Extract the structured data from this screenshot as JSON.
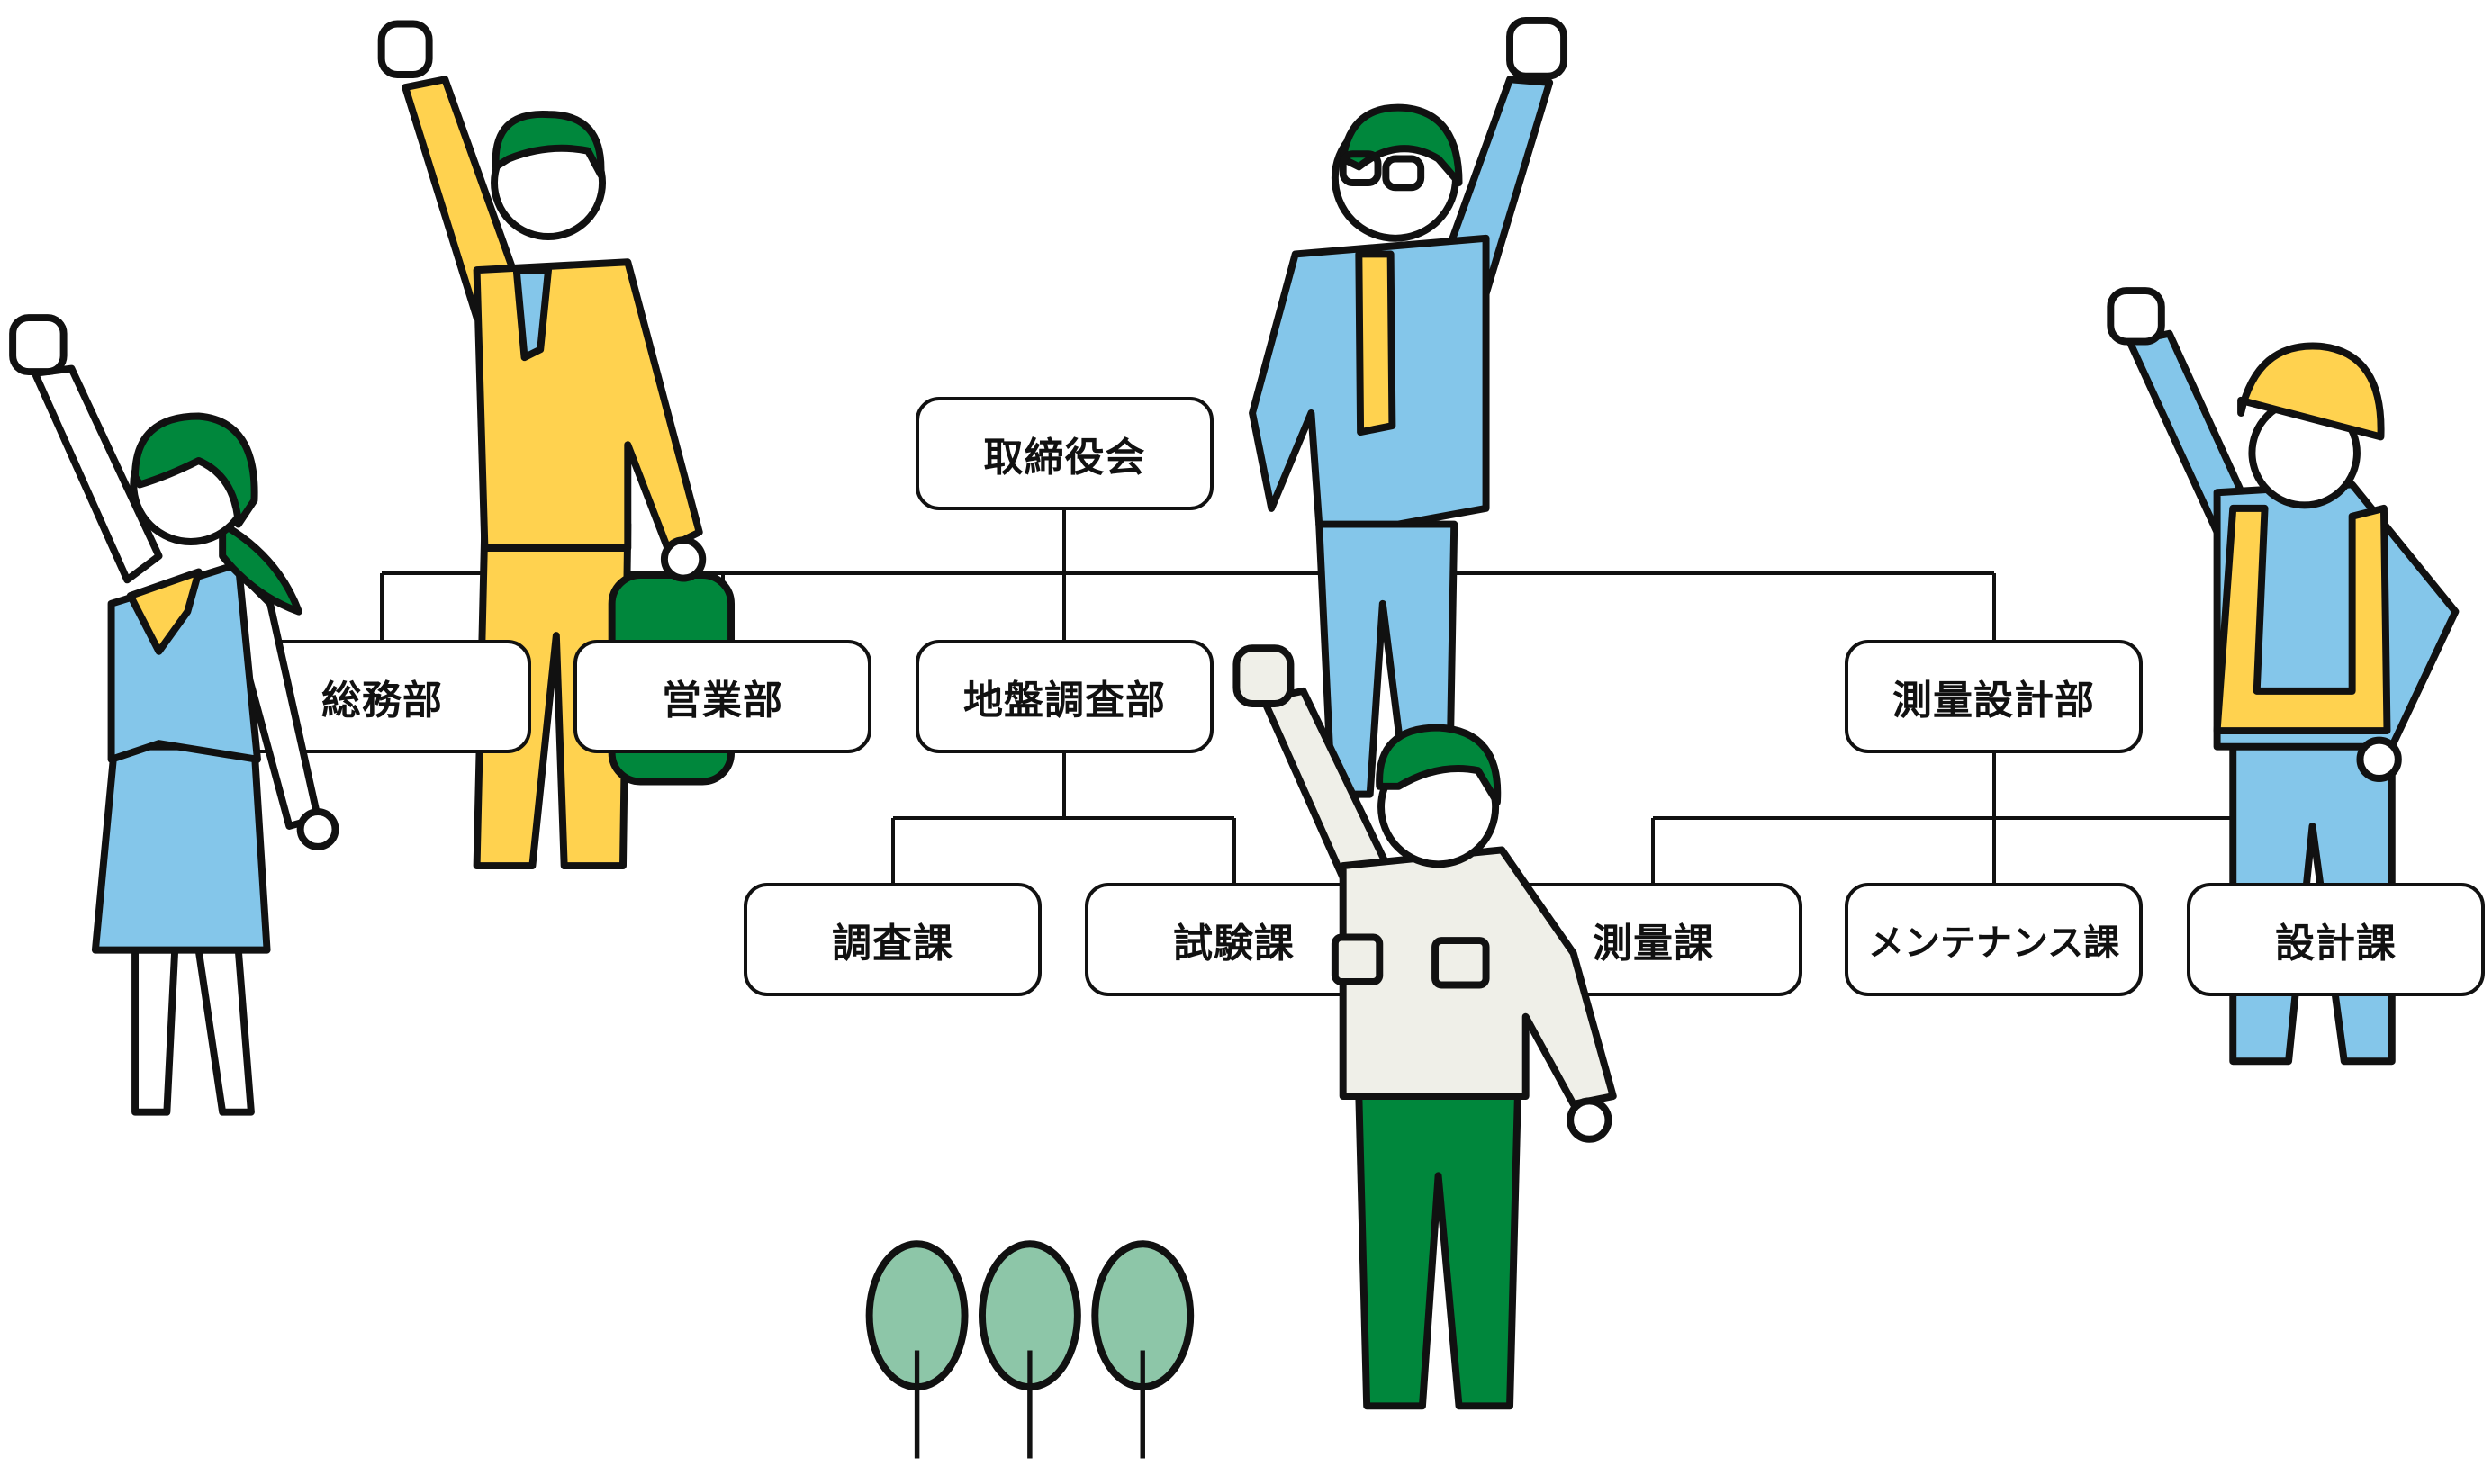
{
  "org_chart": {
    "top": "取締役会",
    "departments": [
      {
        "name": "総務部",
        "sections": []
      },
      {
        "name": "営業部",
        "sections": []
      },
      {
        "name": "地盤調査部",
        "sections": [
          "調査課",
          "試験課"
        ]
      },
      {
        "name": "測量設計部",
        "sections": [
          "測量課",
          "メンテナンス課",
          "設計課"
        ]
      }
    ]
  },
  "colors": {
    "blue": "#84c6ea",
    "yellow": "#ffd24f",
    "green": "#00873c",
    "offwhite": "#efefe8",
    "tree": "#8dc6a8",
    "line": "#111111"
  }
}
